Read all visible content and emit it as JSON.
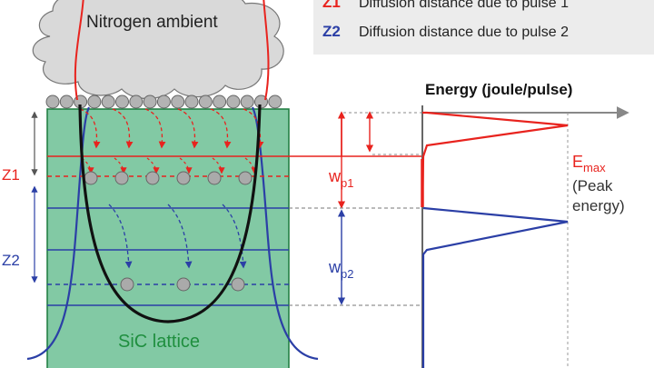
{
  "legend": {
    "items": [
      {
        "key": "Z1",
        "text": "Diffusion distance due to pulse 1",
        "color": "#e8231e"
      },
      {
        "key": "Z2",
        "text": "Diffusion distance due to pulse 2",
        "color": "#2b3fa6"
      }
    ]
  },
  "cloud_label": "Nitrogen ambient",
  "lattice_label": "SiC lattice",
  "depth_labels": {
    "z1": "Z1",
    "z2": "Z2"
  },
  "pulse_widths": {
    "wp1": {
      "main": "w",
      "sub": "p1"
    },
    "wp2": {
      "main": "w",
      "sub": "p2"
    }
  },
  "energy_axis": {
    "title": "Energy (joule/pulse)",
    "emax_main": "E",
    "emax_sub": "max",
    "peak_note_line1": "(Peak",
    "peak_note_line2": "energy)"
  },
  "colors": {
    "red": "#e8231e",
    "blue": "#2b3fa6",
    "green_fill": "#82c9a4",
    "green_text": "#1f8f3f",
    "legend_bg": "#ececec",
    "cloud": "#d9d9d9"
  }
}
